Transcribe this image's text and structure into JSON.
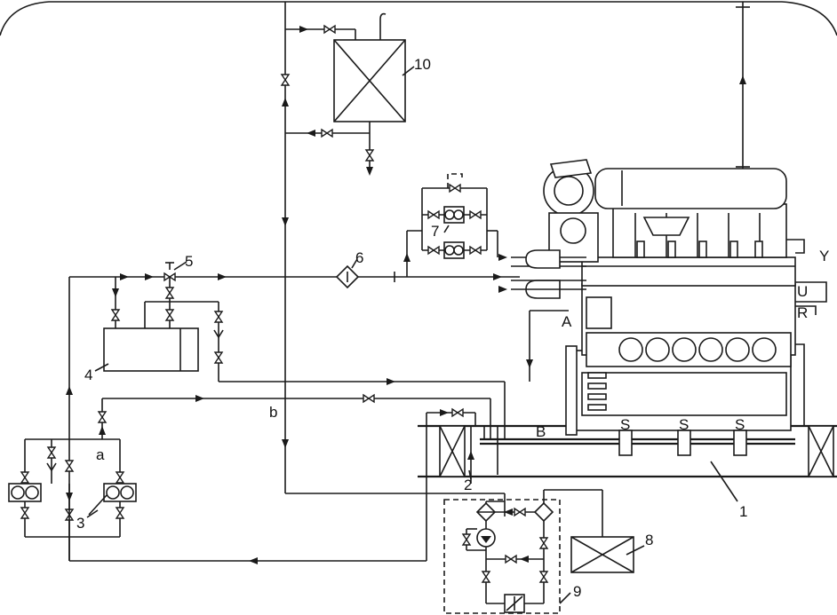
{
  "labels": {
    "n1": "1",
    "n2": "2",
    "n3": "3",
    "n4": "4",
    "n5": "5",
    "n6": "6",
    "n7": "7",
    "n8": "8",
    "n9": "9",
    "n10": "10",
    "a_lower": "a",
    "b_lower": "b",
    "A": "A",
    "B": "B",
    "R": "R",
    "U": "U",
    "Y": "Y",
    "S": "S"
  },
  "colors": {
    "line": "#1a1a1a",
    "background": "#ffffff"
  }
}
